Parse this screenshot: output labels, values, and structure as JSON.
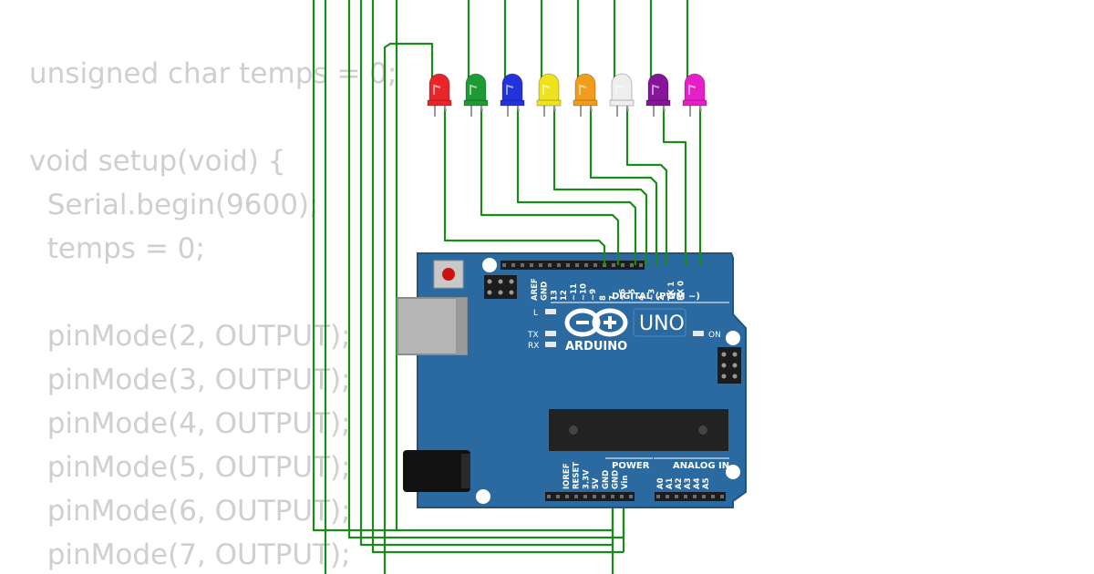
{
  "code_lines": [
    "unsigned char temps = 0;",
    "",
    "void setup(void) {",
    "  Serial.begin(9600);",
    "  temps = 0;",
    "",
    "  pinMode(2, OUTPUT);",
    "  pinMode(3, OUTPUT);",
    "  pinMode(4, OUTPUT);",
    "  pinMode(5, OUTPUT);",
    "  pinMode(6, OUTPUT);",
    "  pinMode(7, OUTPUT);"
  ],
  "leds": [
    {
      "name": "led-red",
      "color": "#e8262a",
      "pin": "9"
    },
    {
      "name": "led-green",
      "color": "#1d9a33",
      "pin": "8"
    },
    {
      "name": "led-blue",
      "color": "#2233dd",
      "pin": "7"
    },
    {
      "name": "led-yellow",
      "color": "#efe21c",
      "pin": "6"
    },
    {
      "name": "led-orange",
      "color": "#f29c1c",
      "pin": "5"
    },
    {
      "name": "led-white",
      "color": "#eeeeee",
      "pin": "4"
    },
    {
      "name": "led-purple",
      "color": "#86159a",
      "pin": "3"
    },
    {
      "name": "led-magenta",
      "color": "#e620c8",
      "pin": "2"
    }
  ],
  "board": {
    "model": "UNO",
    "brand": "ARDUINO",
    "digital_label": "DIGITAL (PWM ~)",
    "power_label": "POWER",
    "analog_label": "ANALOG IN",
    "on_label": "ON",
    "l_label": "L",
    "tx_label": "TX",
    "rx_label": "RX",
    "digital_pins": [
      "AREF",
      "GND",
      "13",
      "12",
      "~11",
      "~10",
      "~9",
      "8",
      "7",
      "~6",
      "~5",
      "4",
      "~3",
      "2",
      "TX 1",
      "RX 0"
    ],
    "power_pins": [
      "IOREF",
      "RESET",
      "3.3V",
      "5V",
      "GND",
      "GND",
      "Vin"
    ],
    "analog_pins": [
      "A0",
      "A1",
      "A2",
      "A3",
      "A4",
      "A5"
    ]
  },
  "colors": {
    "wire": "#1a8a1a",
    "board": "#2b6aa0",
    "board_edge": "#1f5482",
    "silkscreen": "#ffffff",
    "code_text": "#cfcfcf"
  }
}
